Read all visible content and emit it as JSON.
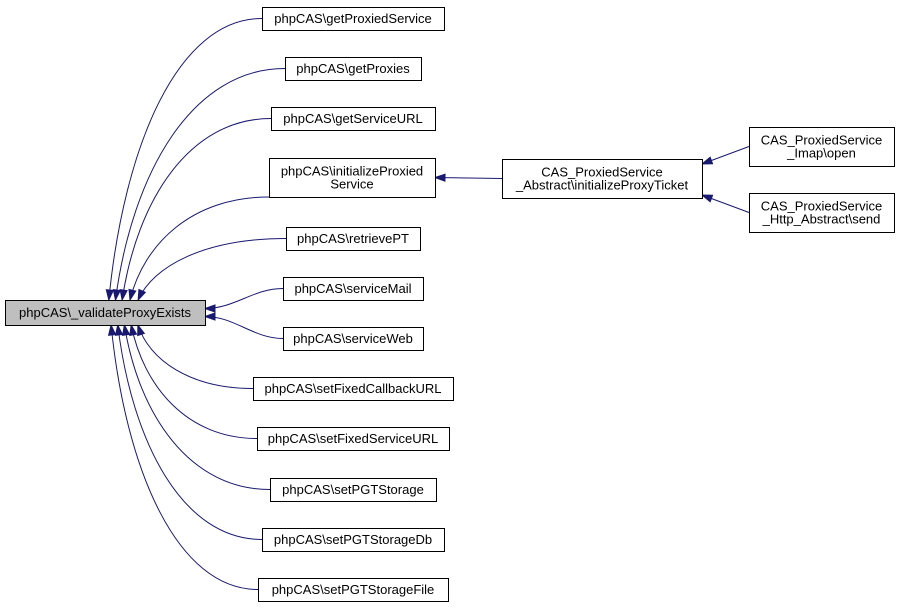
{
  "colors": {
    "edge": "#191970",
    "root_fill": "#bfbfbf",
    "node_fill": "#ffffff",
    "node_border": "#000000"
  },
  "nodes": [
    {
      "id": "root",
      "lines": [
        "phpCAS\\_validateProxyExists"
      ]
    },
    {
      "id": "getProxiedService",
      "lines": [
        "phpCAS\\getProxiedService"
      ]
    },
    {
      "id": "getProxies",
      "lines": [
        "phpCAS\\getProxies"
      ]
    },
    {
      "id": "getServiceURL",
      "lines": [
        "phpCAS\\getServiceURL"
      ]
    },
    {
      "id": "initializeProxiedService",
      "lines": [
        "phpCAS\\initializeProxied",
        "Service"
      ]
    },
    {
      "id": "retrievePT",
      "lines": [
        "phpCAS\\retrievePT"
      ]
    },
    {
      "id": "serviceMail",
      "lines": [
        "phpCAS\\serviceMail"
      ]
    },
    {
      "id": "serviceWeb",
      "lines": [
        "phpCAS\\serviceWeb"
      ]
    },
    {
      "id": "setFixedCallbackURL",
      "lines": [
        "phpCAS\\setFixedCallbackURL"
      ]
    },
    {
      "id": "setFixedServiceURL",
      "lines": [
        "phpCAS\\setFixedServiceURL"
      ]
    },
    {
      "id": "setPGTStorage",
      "lines": [
        "phpCAS\\setPGTStorage"
      ]
    },
    {
      "id": "setPGTStorageDb",
      "lines": [
        "phpCAS\\setPGTStorageDb"
      ]
    },
    {
      "id": "setPGTStorageFile",
      "lines": [
        "phpCAS\\setPGTStorageFile"
      ]
    },
    {
      "id": "initializeProxyTicket",
      "lines": [
        "CAS_ProxiedService",
        "_Abstract\\initializeProxyTicket"
      ]
    },
    {
      "id": "imapOpen",
      "lines": [
        "CAS_ProxiedService",
        "_Imap\\open"
      ]
    },
    {
      "id": "httpSend",
      "lines": [
        "CAS_ProxiedService",
        "_Http_Abstract\\send"
      ]
    }
  ],
  "edges": [
    {
      "from": "getProxiedService",
      "to": "root"
    },
    {
      "from": "getProxies",
      "to": "root"
    },
    {
      "from": "getServiceURL",
      "to": "root"
    },
    {
      "from": "initializeProxiedService",
      "to": "root"
    },
    {
      "from": "retrievePT",
      "to": "root"
    },
    {
      "from": "serviceMail",
      "to": "root"
    },
    {
      "from": "serviceWeb",
      "to": "root"
    },
    {
      "from": "setFixedCallbackURL",
      "to": "root"
    },
    {
      "from": "setFixedServiceURL",
      "to": "root"
    },
    {
      "from": "setPGTStorage",
      "to": "root"
    },
    {
      "from": "setPGTStorageDb",
      "to": "root"
    },
    {
      "from": "setPGTStorageFile",
      "to": "root"
    },
    {
      "from": "initializeProxyTicket",
      "to": "initializeProxiedService"
    },
    {
      "from": "imapOpen",
      "to": "initializeProxyTicket"
    },
    {
      "from": "httpSend",
      "to": "initializeProxyTicket"
    }
  ]
}
